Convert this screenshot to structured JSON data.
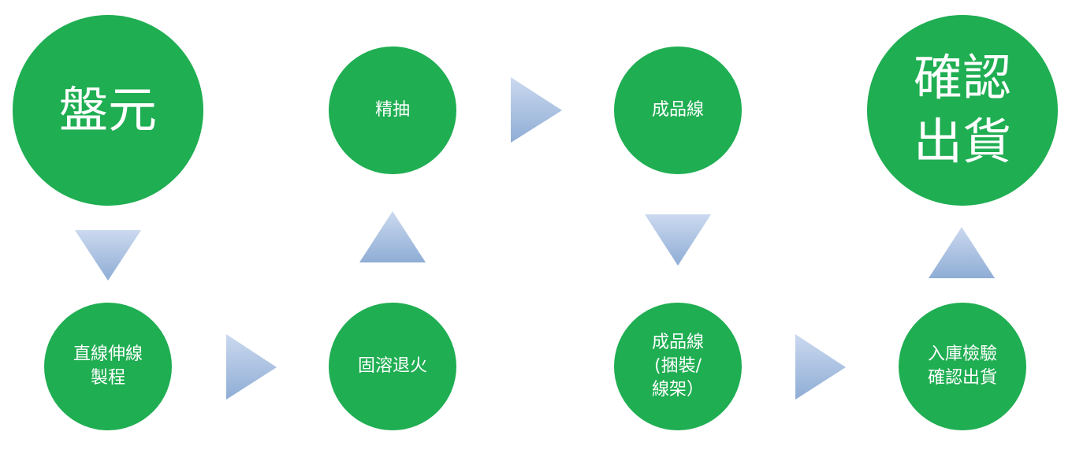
{
  "colors": {
    "node_fill": "#1fae52",
    "arrow_top": "#c9d8ee",
    "arrow_bottom": "#8faed6",
    "text": "#ffffff"
  },
  "nodes": {
    "coil": "盤元",
    "straight_drawing": "直線伸線\n製程",
    "solution_annealing": "固溶退火",
    "fine_drawing": "精抽",
    "finished_wire": "成品線",
    "finished_wire_packing": "成品線\n(捆裝/\n線架）",
    "inspection": "入庫檢驗\n確認出貨",
    "confirm_shipment": "確認\n出貨"
  }
}
